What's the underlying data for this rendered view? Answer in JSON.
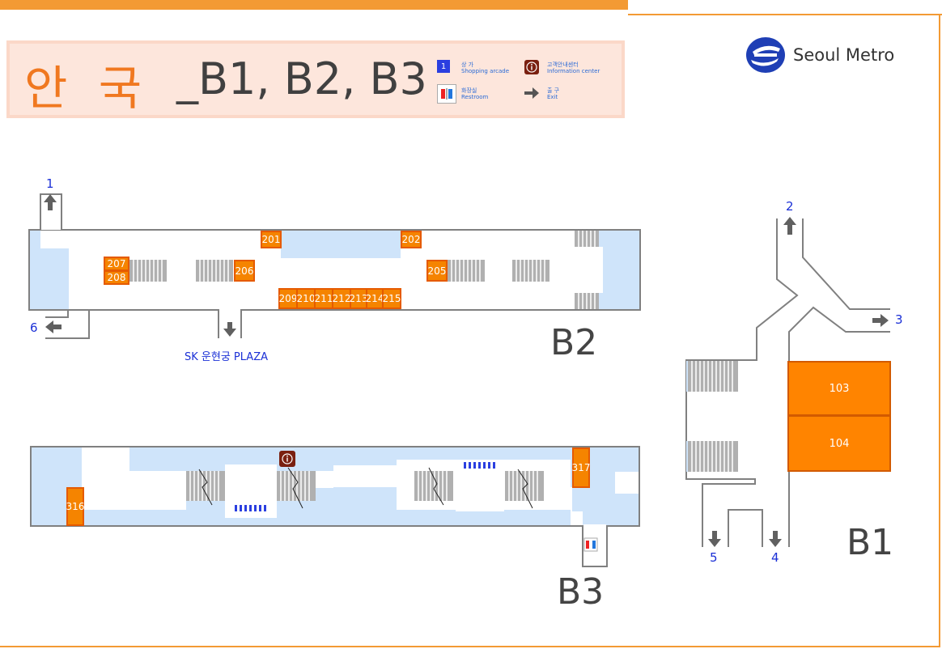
{
  "title": {
    "station": "안 국",
    "levels": "_B1, B2, B3"
  },
  "legend": {
    "shop_icon_text": "1",
    "shop_ko": "상 가",
    "shop_en": "Shopping arcade",
    "info_ko": "고객안내센터",
    "info_en": "Information center",
    "restroom_ko": "화장실",
    "restroom_en": "Restroom",
    "exit_ko": "출 구",
    "exit_en": "Exit"
  },
  "logo": {
    "text": "Seoul Metro"
  },
  "b2": {
    "level": "B2",
    "plaza": "SK 운현궁 PLAZA",
    "exits": [
      "1",
      "6"
    ],
    "shops": [
      "201",
      "202",
      "205",
      "206",
      "207",
      "208",
      "209",
      "210",
      "211",
      "212",
      "213",
      "214",
      "215"
    ]
  },
  "b3": {
    "level": "B3",
    "shops": [
      "316",
      "317"
    ]
  },
  "b1": {
    "level": "B1",
    "exits": [
      "2",
      "3",
      "5",
      "4"
    ],
    "shops": [
      "103",
      "104"
    ]
  },
  "colors": {
    "accent_orange": "#f39a34",
    "shop_orange": "#f58400",
    "floor_blue": "#cfe4fa",
    "exit_blue": "#1a2fd6",
    "corridor_gray": "#808080"
  }
}
